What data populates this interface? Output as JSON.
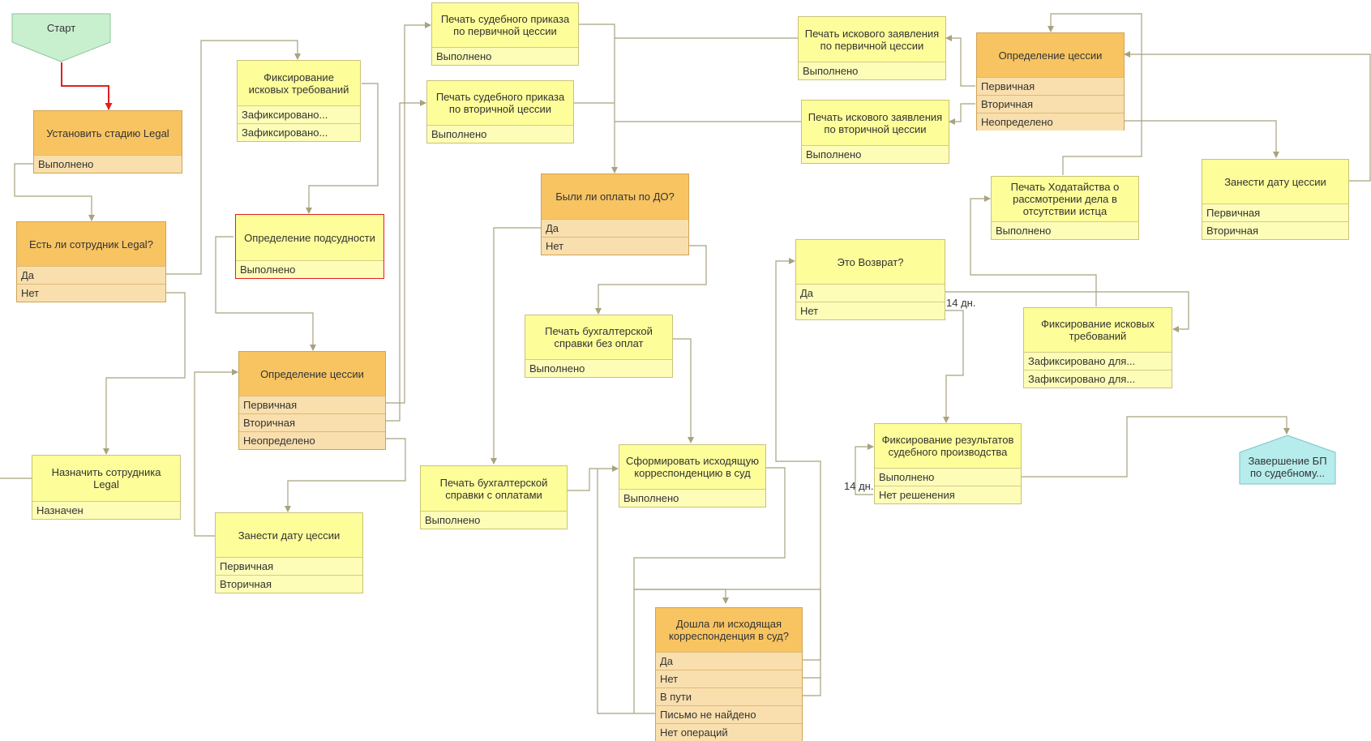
{
  "start": {
    "label": "Старт"
  },
  "end": {
    "label_line1": "Завершение БП",
    "label_line2": "по судебному..."
  },
  "nodes": {
    "set_legal": {
      "title": "Установить стадию Legal",
      "rows": [
        "Выполнено"
      ]
    },
    "has_legal": {
      "title": "Есть ли сотрудник Legal?",
      "rows": [
        "Да",
        "Нет"
      ]
    },
    "assign_legal": {
      "title": "Назначить сотрудника Legal",
      "rows": [
        "Назначен"
      ]
    },
    "fix_claims_1": {
      "title": "Фиксирование исковых требований",
      "rows": [
        "Зафиксировано...",
        "Зафиксировано..."
      ]
    },
    "jurisdiction": {
      "title": "Определение подсудности",
      "rows": [
        "Выполнено"
      ]
    },
    "cession_def_1": {
      "title": "Определение цессии",
      "rows": [
        "Первичная",
        "Вторичная",
        "Неопределено"
      ]
    },
    "cession_date_1": {
      "title": "Занести дату цессии",
      "rows": [
        "Первичная",
        "Вторичная"
      ]
    },
    "order_primary": {
      "title": "Печать судебного приказа по первичной цессии",
      "rows": [
        "Выполнено"
      ]
    },
    "order_secondary": {
      "title": "Печать судебного приказа по вторичной цессии",
      "rows": [
        "Выполнено"
      ]
    },
    "payments_do": {
      "title": "Были ли оплаты по ДО?",
      "rows": [
        "Да",
        "Нет"
      ]
    },
    "cert_no_pay": {
      "title": "Печать бухгалтерской справки без оплат",
      "rows": [
        "Выполнено"
      ]
    },
    "cert_with_pay": {
      "title": "Печать бухгалтерской справки с оплатами",
      "rows": [
        "Выполнено"
      ]
    },
    "form_corr": {
      "title": "Сформировать исходящую корреспонденцию в суд",
      "rows": [
        "Выполнено"
      ]
    },
    "corr_arrived": {
      "title": "Дошла ли исходящая корреспонденция в суд?",
      "rows": [
        "Да",
        "Нет",
        "В пути",
        "Письмо не найдено",
        "Нет операций"
      ]
    },
    "claim_primary": {
      "title": "Печать искового заявления по первичной цессии",
      "rows": [
        "Выполнено"
      ]
    },
    "claim_secondary": {
      "title": "Печать искового заявления по вторичной цессии",
      "rows": [
        "Выполнено"
      ]
    },
    "cession_def_2": {
      "title": "Определение цессии",
      "rows": [
        "Первичная",
        "Вторичная",
        "Неопределено"
      ]
    },
    "petition": {
      "title": "Печать Ходатайства о рассмотрении дела в отсутствии истца",
      "rows": [
        "Выполнено"
      ]
    },
    "cession_date_2": {
      "title": "Занести дату цессии",
      "rows": [
        "Первичная",
        "Вторичная"
      ]
    },
    "is_return": {
      "title": "Это Возврат?",
      "rows": [
        "Да",
        "Нет"
      ]
    },
    "fix_claims_2": {
      "title": "Фиксирование исковых требований",
      "rows": [
        "Зафиксировано для...",
        "Зафиксировано для..."
      ]
    },
    "court_results": {
      "title": "Фиксирование результатов судебного производства",
      "rows": [
        "Выполнено",
        "Нет решенения"
      ]
    }
  },
  "timers": {
    "t1": "14 дн.",
    "t2": "14 дн."
  },
  "colors": {
    "link": "#a8a27e",
    "start_link": "#e02020",
    "start_fill": "#c8f0cf",
    "end_fill": "#b6ecec"
  }
}
